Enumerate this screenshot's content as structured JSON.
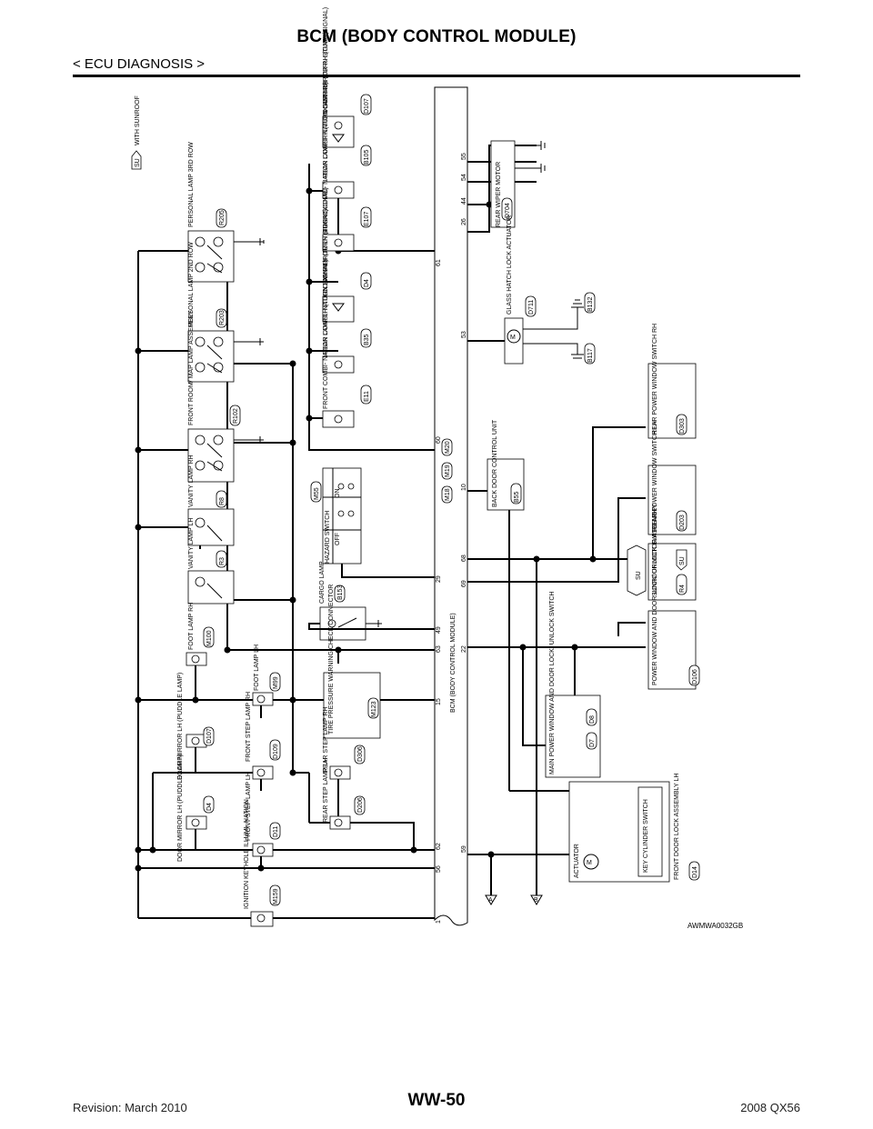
{
  "header": {
    "title": "BCM (BODY CONTROL MODULE)",
    "section": "< ECU DIAGNOSIS >"
  },
  "footer": {
    "page_code": "WW-50",
    "revision": "Revision: March 2010",
    "model": "2008 QX56",
    "figure_ref": "AWMWA0032GB"
  },
  "legend": {
    "code": "SU",
    "text": "WITH SUNROOF"
  },
  "bcm": {
    "label": "BCM (BODY CONTROL MODULE)",
    "connectors": [
      "M18",
      "M19",
      "M20"
    ],
    "terminals_left": [
      "56",
      "62",
      "15",
      "63",
      "49",
      "29",
      "60",
      "61"
    ],
    "first_terminal": "1",
    "terminals_right": [
      "59",
      "22",
      "69",
      "68",
      "10",
      "53",
      "26",
      "44",
      "54",
      "55"
    ]
  },
  "components": {
    "personal_lamp_r205": {
      "name": "PERSONAL LAMP 3RD ROW",
      "conn": "R205"
    },
    "personal_lamp_r203": {
      "name": "PERSONAL LAMP 2ND ROW",
      "conn": "R203"
    },
    "front_room_map": {
      "name": "FRONT ROOM/ MAP LAMP ASSEMBLY",
      "conn": "R102"
    },
    "vanity_rh": {
      "name": "VANITY LAMP RH",
      "conn": "R8"
    },
    "vanity_lh": {
      "name": "VANITY LAMP LH",
      "conn": "R3"
    },
    "foot_rh": {
      "name": "FOOT LAMP RH",
      "conn": "M100"
    },
    "foot_lh": {
      "name": "FOOT LAMP LH",
      "conn": "M99"
    },
    "door_mirror_puddle_rh": {
      "name": "DOOR MIRROR LH (PUDDLE LAMP)",
      "conn": "D107"
    },
    "front_step_rh": {
      "name": "FRONT STEP LAMP RH",
      "conn": "D109"
    },
    "door_mirror_puddle_lh": {
      "name": "DOOR MIRROR LH (PUDDLE LAMP)",
      "conn": "D4"
    },
    "front_step_lh": {
      "name": "FRONT STEP LAMP LH",
      "conn": "D11"
    },
    "ignition_keyhole": {
      "name": "IGNITION KEYHOLE ILLUMI- NATION",
      "conn": "M159"
    },
    "door_mirror_rh_turn": {
      "name": "DOOR MIRROR RH (TURN SIGNAL)",
      "conn": "D107"
    },
    "rear_combi_rh": {
      "name": "REAR COMBI- NATION LAMP RH (TURN SIGNAL)",
      "conn": "B105"
    },
    "front_combi_rh": {
      "name": "FRONT COMBI- NATION LAMP RH (TURN SIGNAL)",
      "conn": "E107"
    },
    "door_mirror_lh_turn": {
      "name": "DOOR MIRROR LH (TURN SIGNAL)",
      "conn": "D4"
    },
    "rear_combi_lh": {
      "name": "REAR COMBI- NATION LAMP LH (TURN SIGNAL)",
      "conn": "B35"
    },
    "front_combi_lh": {
      "name": "FRONT COMBI- NATION LAMP LH (TURN SIGNAL)",
      "conn": "E11"
    },
    "hazard_switch": {
      "name": "HAZARD SWITCH",
      "conn": "M55",
      "off": "OFF",
      "on": "ON"
    },
    "cargo_lamp": {
      "name": "CARGO LAMP",
      "conn": "B153"
    },
    "tire_pressure": {
      "name": "TIRE PRESSURE WARNING CHECK CONNECTOR",
      "conn": "M123"
    },
    "rear_step_rh": {
      "name": "REAR STEP LAMP RH",
      "conn": "D306"
    },
    "rear_step_lh": {
      "name": "REAR STEP LAMP LH",
      "conn": "D206"
    },
    "rear_wiper": {
      "name": "REAR WIPER MOTOR",
      "conn": "D704"
    },
    "glass_hatch": {
      "name": "GLASS HATCH LOCK ACTUATOR",
      "conn": "D711",
      "grounds": [
        "B117",
        "B132"
      ]
    },
    "rear_pw_rh": {
      "name": "REAR POWER WINDOW SWITCH RH",
      "conn": "D303"
    },
    "back_door_cu": {
      "name": "BACK DOOR CONTROL UNIT",
      "conn": "B55"
    },
    "rear_pw_lh": {
      "name": "REAR POWER WINDOW SWITCH LH",
      "conn": "D203"
    },
    "sunroof_motor": {
      "name": "SUNROOF MOTOR ASSEMBLY",
      "conn": "R4",
      "option": "SU"
    },
    "pw_door_lock_rh": {
      "name": "POWER WINDOW AND DOOR LOCK/ UNLOCK SWITCH RH",
      "conn": "D106"
    },
    "main_pw_switch": {
      "name": "MAIN POWER WINDOW AND DOOR LOCK/ UNLOCK SWITCH",
      "conns": [
        "D7",
        "D8"
      ]
    },
    "front_door_lock": {
      "name": "FRONT DOOR LOCK ASSEMBLY LH",
      "conn": "D14",
      "actuator": "ACTUATOR",
      "key_switch": "KEY CYLINDER SWITCH"
    }
  },
  "offpage": [
    "A",
    "B"
  ]
}
